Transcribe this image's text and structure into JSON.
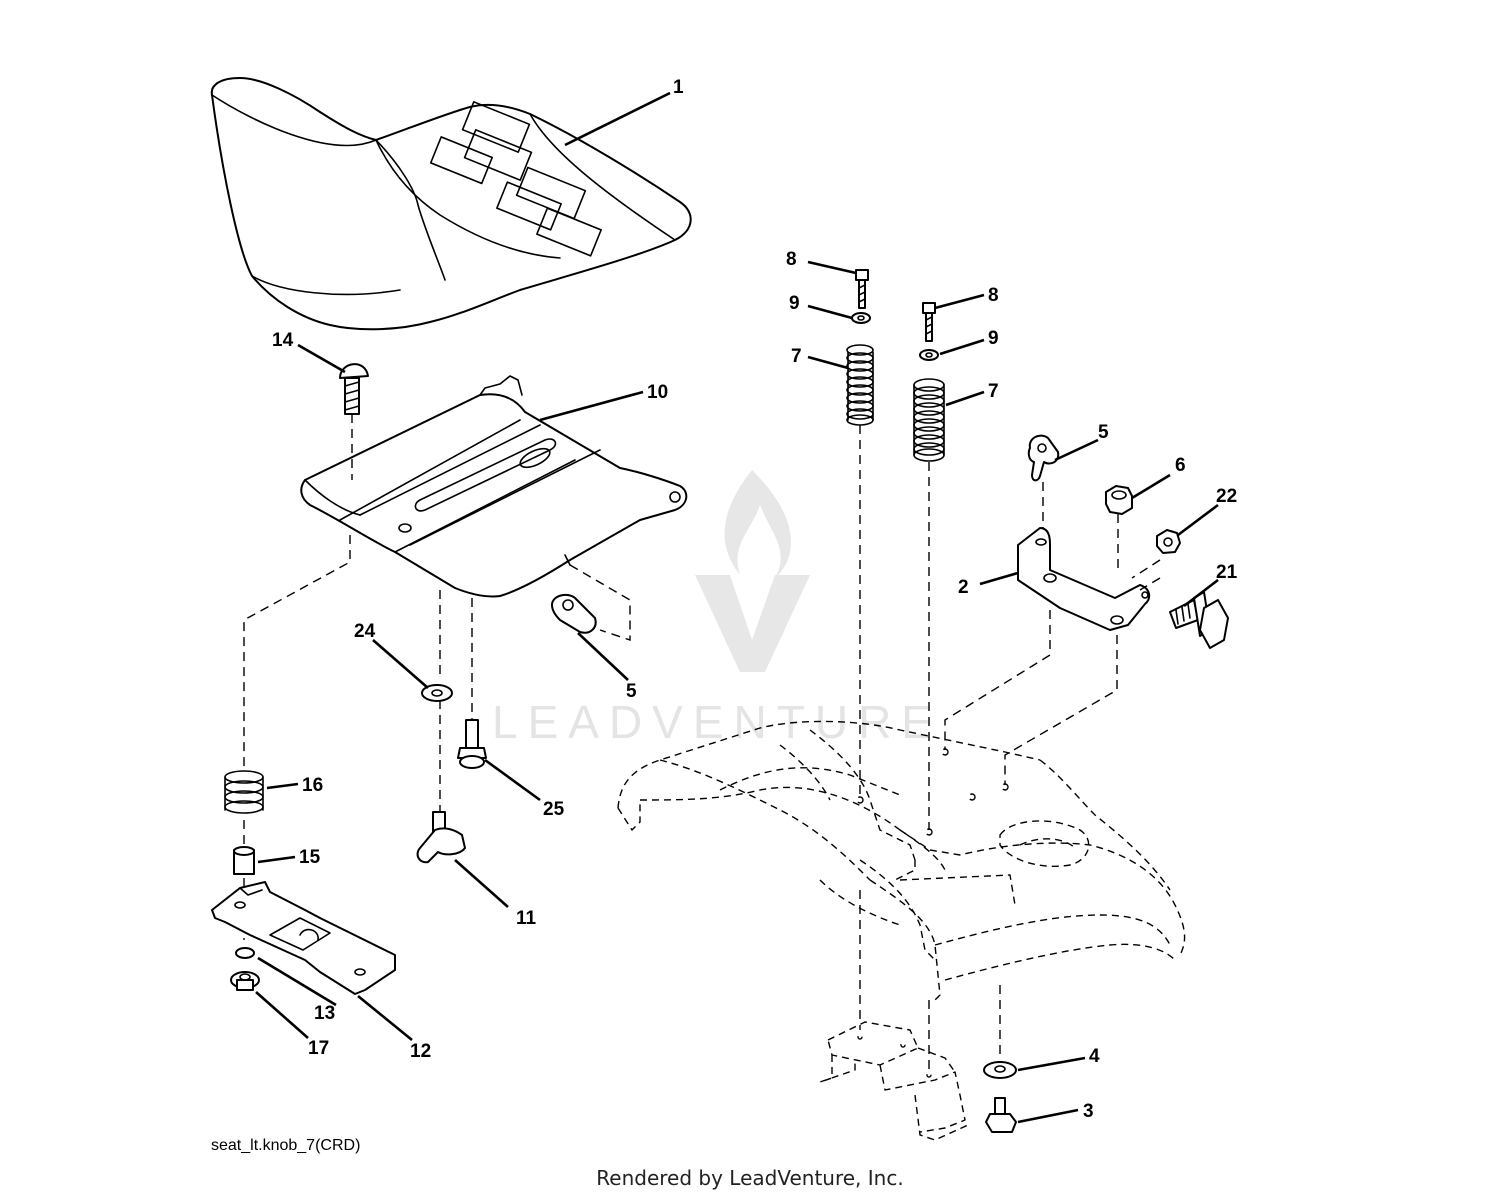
{
  "diagram_id": "seat_lt.knob_7(CRD)",
  "render_credit": "Rendered by LeadVenture, Inc.",
  "watermark": {
    "text": "LEADVENTURE",
    "color": "#e4e4e4"
  },
  "callouts": {
    "seat": "1",
    "seat_pan": "10",
    "carriage_bolt": "14",
    "flat_washer_24": "24",
    "shoulder_bolt": "25",
    "clip_left": "5",
    "compression_spring": "16",
    "spacer": "15",
    "adjust_plate": "12",
    "washer_13": "13",
    "locknut_17": "17",
    "knob": "11",
    "bolt_8_left": "8",
    "bolt_8_right": "8",
    "washer_9_left": "9",
    "washer_9_right": "9",
    "spring_7_left": "7",
    "spring_7_right": "7",
    "clip_right": "5",
    "nut_6": "6",
    "nut_22": "22",
    "bracket": "2",
    "bolt_21": "21",
    "washer_4": "4",
    "bolt_3": "3"
  }
}
